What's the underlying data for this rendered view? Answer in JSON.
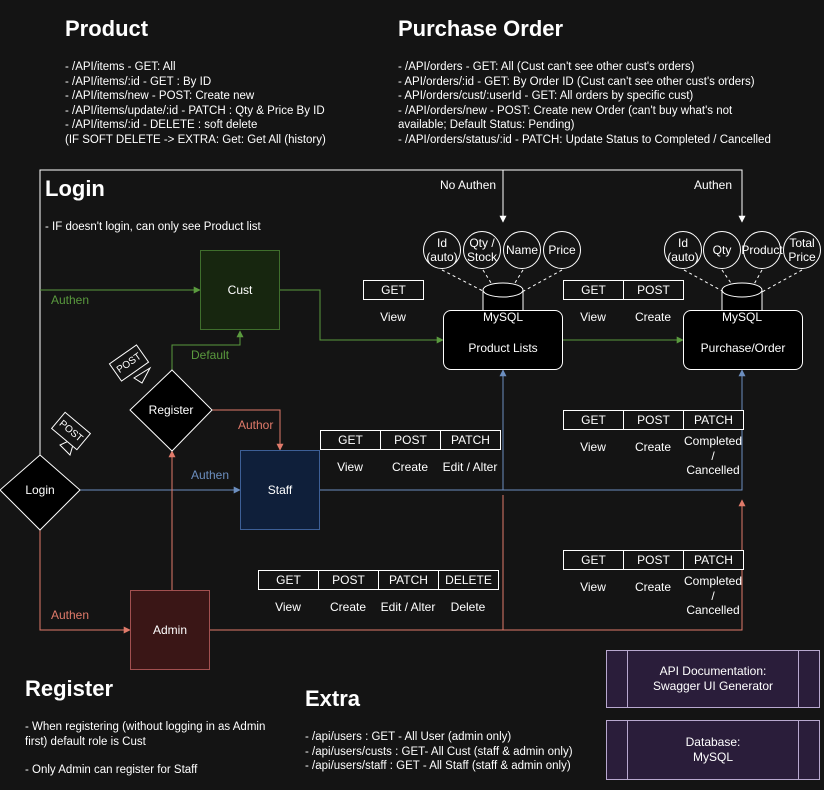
{
  "product": {
    "title": "Product",
    "lines": [
      "- /API/items - GET: All",
      "- /API/items/:id - GET : By ID",
      "- /API/items/new - POST: Create new",
      "- /API/items/update/:id - PATCH : Qty & Price By ID",
      "- /API/items/:id - DELETE : soft delete",
      "(IF SOFT DELETE -> EXTRA: Get: Get All (history)"
    ]
  },
  "purchase_order": {
    "title": "Purchase Order",
    "lines": [
      "- /API/orders - GET: All (Cust can't see other cust's orders)",
      "- API/orders/:id - GET: By Order ID (Cust can't see other cust's orders)",
      "- API/orders/cust/:userId - GET: All orders by specific cust)",
      "- /API/orders/new - POST: Create new Order (can't buy what's not",
      "available; Default Status: Pending)",
      "- /API/orders/status/:id - PATCH: Update Status to Completed / Cancelled"
    ]
  },
  "login": {
    "title": "Login",
    "note": "- IF doesn't login, can only see Product list"
  },
  "register": {
    "title": "Register",
    "lines": [
      "- When registering (without logging in as Admin",
      "first) default role is Cust",
      "",
      "- Only Admin can register for Staff"
    ]
  },
  "extra": {
    "title": "Extra",
    "lines": [
      "- /api/users : GET - All User (admin only)",
      "- /api/users/custs : GET- All Cust (staff & admin only)",
      "- /api/users/staff : GET - All Staff (staff & admin only)"
    ]
  },
  "nodes": {
    "cust": "Cust",
    "staff": "Staff",
    "admin": "Admin",
    "login": "Login",
    "register": "Register",
    "product_lists": "Product Lists",
    "purchase_order": "Purchase/Order"
  },
  "edges": {
    "no_authen": "No Authen",
    "authen_top": "Authen",
    "authen_cust": "Authen",
    "default": "Default",
    "author": "Author",
    "authen_staff": "Authen",
    "authen_admin": "Authen"
  },
  "tags": {
    "post_register": "POST",
    "post_login": "POST"
  },
  "product_db": {
    "name": "MySQL",
    "fields": [
      "Id (auto)",
      "Qty / Stock",
      "Name",
      "Price"
    ]
  },
  "order_db": {
    "name": "MySQL",
    "fields": [
      "Id (auto)",
      "Qty",
      "Product",
      "Total Price"
    ]
  },
  "ops": {
    "product_cust": [
      {
        "method": "GET",
        "action": "View"
      }
    ],
    "order_cust": [
      {
        "method": "GET",
        "action": "View"
      },
      {
        "method": "POST",
        "action": "Create"
      }
    ],
    "staff_product": [
      {
        "method": "GET",
        "action": "View"
      },
      {
        "method": "POST",
        "action": "Create"
      },
      {
        "method": "PATCH",
        "action": "Edit / Alter"
      }
    ],
    "admin_product": [
      {
        "method": "GET",
        "action": "View"
      },
      {
        "method": "POST",
        "action": "Create"
      },
      {
        "method": "PATCH",
        "action": "Edit / Alter"
      },
      {
        "method": "DELETE",
        "action": "Delete"
      }
    ],
    "staff_order": [
      {
        "method": "GET",
        "action": "View"
      },
      {
        "method": "POST",
        "action": "Create"
      },
      {
        "method": "PATCH",
        "action": "Completed / Cancelled"
      }
    ],
    "admin_order": [
      {
        "method": "GET",
        "action": "View"
      },
      {
        "method": "POST",
        "action": "Create"
      },
      {
        "method": "PATCH",
        "action": "Completed / Cancelled"
      }
    ]
  },
  "side_boxes": {
    "api_docs": "API Documentation: Swagger UI Generator",
    "database": "Database: MySQL"
  },
  "colors": {
    "green": "#5a9a3e",
    "blue": "#6c8ebf",
    "red": "#e07a6a",
    "cust_fill": "#17260f",
    "cust_border": "#3f6e2c",
    "staff_fill": "#0f1f3a",
    "staff_border": "#3d5f96",
    "admin_fill": "#3a1616",
    "admin_border": "#a25050"
  }
}
